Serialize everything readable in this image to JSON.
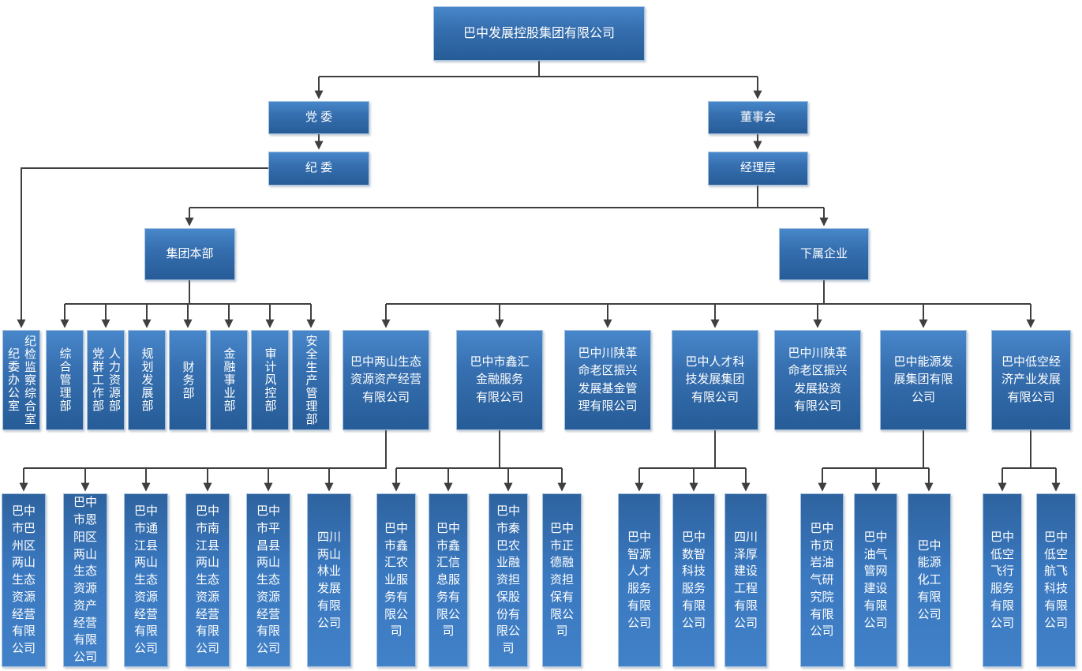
{
  "org_chart": {
    "root": "巴中发展控股集团有限公司",
    "party_committee": "党 委",
    "discipline_committee": "纪 委",
    "board_of_directors": "董事会",
    "management_team": "经理层",
    "headquarters": "集团本部",
    "subsidiaries_header": "下属企业",
    "departments": [
      "纪检监察综合室\n纪委办公室",
      "综合管理部",
      "人力资源部\n党群工作部",
      "规划发展部",
      "财务部",
      "金融事业部",
      "审计风控部",
      "安全生产管理部"
    ],
    "subsidiaries": [
      "巴中两山生态\n资源资产经营\n有限公司",
      "巴中市鑫汇\n金融服务\n有限公司",
      "巴中川陕革\n命老区振兴\n发展基金管\n理有限公司",
      "巴中人才科\n技发展集团\n有限公司",
      "巴中川陕革\n命老区振兴\n发展投资\n有限公司",
      "巴中能源发\n展集团有限\n公司",
      "巴中低空经\n济产业发展\n有限公司"
    ],
    "sub_subsidiaries": [
      "巴中\n市巴\n州区\n两山\n生态\n资源\n经营\n有限\n公司",
      "巴中\n市恩\n阳区\n两山\n生态\n资源\n资产\n经营\n有限\n公司",
      "巴中\n市通\n江县\n两山\n生态\n资源\n经营\n有限\n公司",
      "巴中\n市南\n江县\n两山\n生态\n资源\n经营\n有限\n公司",
      "巴中\n市平\n昌县\n两山\n生态\n资源\n经营\n有限\n公司",
      "四川\n两山\n林业\n发展\n有限\n公司",
      "巴中\n市鑫\n汇农\n业服\n务有\n限公\n司",
      "巴中\n市鑫\n汇信\n息服\n务有\n限公\n司",
      "巴中\n市秦\n巴农\n业融\n资担\n保股\n份有\n限公\n司",
      "巴中\n市正\n德融\n资担\n保有\n限公\n司",
      "巴中\n智源\n人才\n服务\n有限\n公司",
      "巴中\n数智\n科技\n服务\n有限\n公司",
      "四川\n泽厚\n建设\n工程\n有限\n公司",
      "巴中\n市页\n岩油\n气研\n究院\n有限\n公司",
      "巴中\n油气\n管网\n建设\n有限\n公司",
      "巴中\n能源\n化工\n有限\n公司",
      "巴中\n低空\n飞行\n服务\n有限\n公司",
      "巴中\n低空\n航飞\n科技\n有限\n公司"
    ],
    "colors": {
      "box_gradient_top": "#4787ca",
      "box_gradient_bottom": "#265c97",
      "leaf_gradient_top": "#2e639f",
      "leaf_gradient_bottom": "#4181c8",
      "connector_line": "#3f3f3f",
      "text": "#ffffff",
      "background": "#ffffff"
    }
  }
}
